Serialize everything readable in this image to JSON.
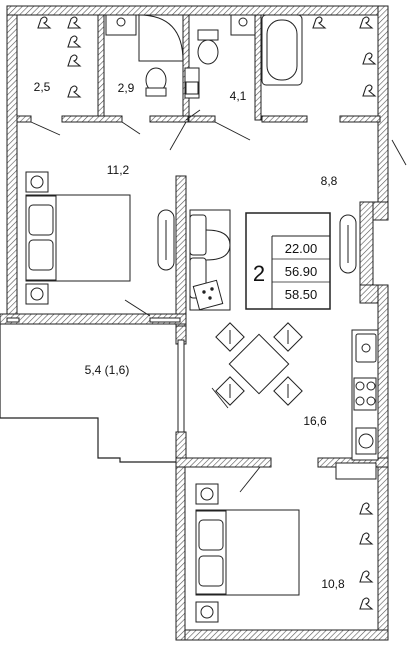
{
  "plan": {
    "room_count": "2",
    "areas": {
      "living": "22.00",
      "total": "56.90",
      "total_with_balcony": "58.50"
    },
    "rooms": {
      "wardrobe": "2,5",
      "bathroom_shower": "2,9",
      "bathroom_tub": "4,1",
      "bedroom_1": "11,2",
      "hall": "8,8",
      "balcony": "5,4 (1,6)",
      "kitchen_living": "16,6",
      "bedroom_2": "10,8"
    }
  }
}
